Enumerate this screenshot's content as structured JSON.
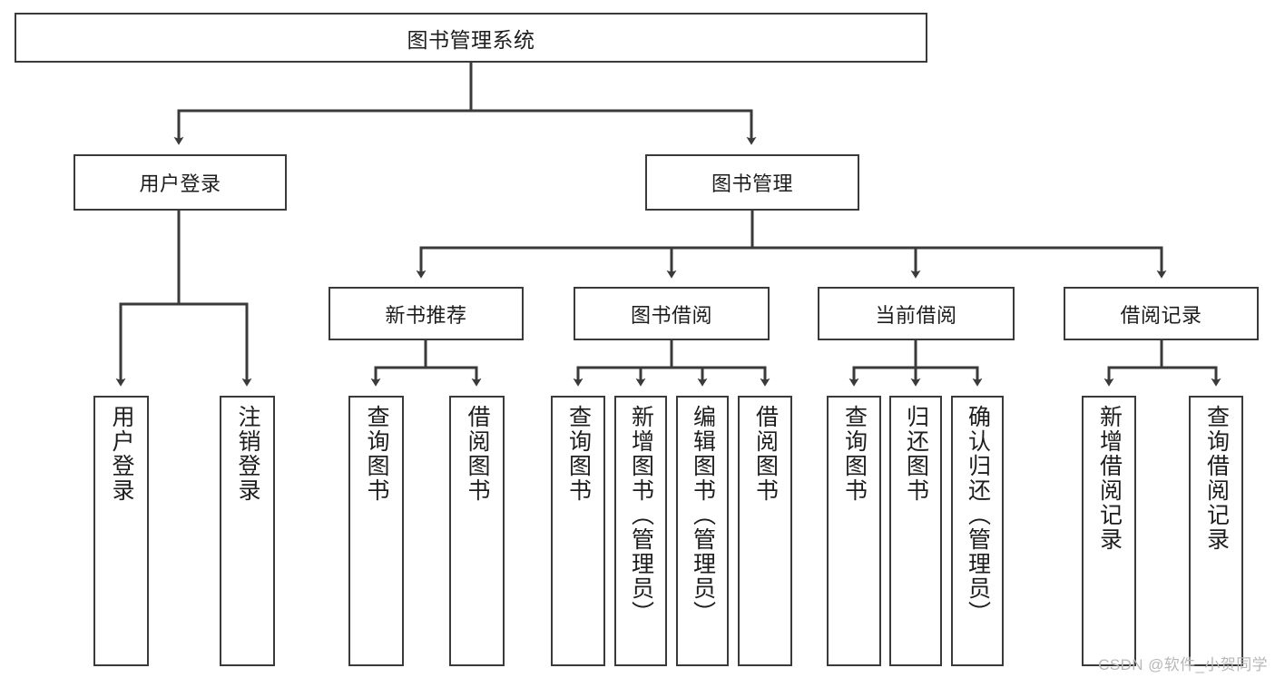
{
  "diagram": {
    "title": "图书管理系统",
    "type": "tree-hierarchy",
    "root": {
      "id": "root",
      "label": "图书管理系统"
    },
    "level2": [
      {
        "id": "user-login",
        "label": "用户登录"
      },
      {
        "id": "book-mgmt",
        "label": "图书管理"
      }
    ],
    "level3": [
      {
        "id": "new-book",
        "label": "新书推荐",
        "parent": "book-mgmt"
      },
      {
        "id": "borrow",
        "label": "图书借阅",
        "parent": "book-mgmt"
      },
      {
        "id": "current",
        "label": "当前借阅",
        "parent": "book-mgmt"
      },
      {
        "id": "record",
        "label": "借阅记录",
        "parent": "book-mgmt"
      }
    ],
    "leaves": [
      {
        "id": "leaf-1",
        "label": "用户登录",
        "parent": "user-login"
      },
      {
        "id": "leaf-2",
        "label": "注销登录",
        "parent": "user-login"
      },
      {
        "id": "leaf-3",
        "label": "查询图书",
        "parent": "new-book"
      },
      {
        "id": "leaf-4",
        "label": "借阅图书",
        "parent": "new-book"
      },
      {
        "id": "leaf-5",
        "label": "查询图书",
        "parent": "borrow"
      },
      {
        "id": "leaf-6",
        "label": "新增图书（管理员）",
        "parent": "borrow"
      },
      {
        "id": "leaf-7",
        "label": "编辑图书（管理员）",
        "parent": "borrow"
      },
      {
        "id": "leaf-8",
        "label": "借阅图书",
        "parent": "borrow"
      },
      {
        "id": "leaf-9",
        "label": "查询图书",
        "parent": "current"
      },
      {
        "id": "leaf-10",
        "label": "归还图书",
        "parent": "current"
      },
      {
        "id": "leaf-11",
        "label": "确认归还（管理员）",
        "parent": "current"
      },
      {
        "id": "leaf-12",
        "label": "新增借阅记录",
        "parent": "record"
      },
      {
        "id": "leaf-13",
        "label": "查询借阅记录",
        "parent": "record"
      }
    ],
    "colors": {
      "box_border": "#3a3a3a",
      "box_fill": "#ffffff",
      "connector": "#3a3a3a",
      "text": "#1d1d1d",
      "background": "#ffffff",
      "watermark": "#b8b8b8"
    }
  },
  "watermark": {
    "text": "CSDN @软件_小贺同学"
  }
}
